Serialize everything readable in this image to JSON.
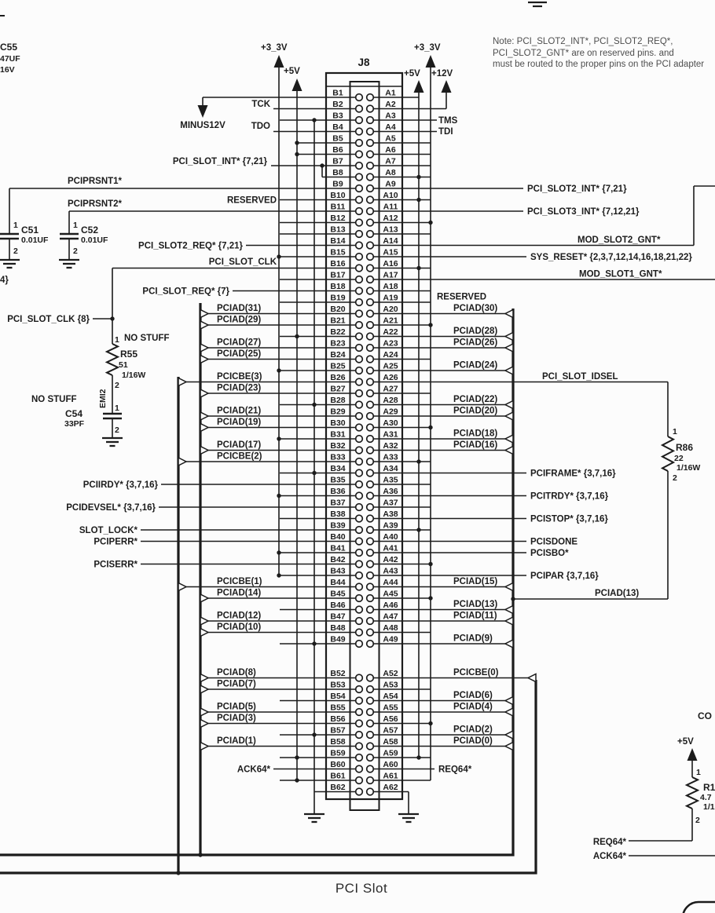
{
  "title": "PCI Slot",
  "note": {
    "line1": "Note: PCI_SLOT2_INT*, PCI_SLOT2_REQ*,",
    "line2": "PCI_SLOT2_GNT*  are on reserved pins. and",
    "line3": "must be routed to the proper pins on the PCI adapter"
  },
  "connector": {
    "name": "J8",
    "b_prefix": "B",
    "a_prefix": "A",
    "rows": [
      1,
      2,
      3,
      4,
      5,
      6,
      7,
      8,
      9,
      10,
      11,
      12,
      13,
      14,
      15,
      16,
      17,
      18,
      19,
      20,
      21,
      22,
      23,
      24,
      25,
      26,
      27,
      28,
      29,
      30,
      31,
      32,
      33,
      34,
      35,
      36,
      37,
      38,
      39,
      40,
      41,
      42,
      43,
      44,
      45,
      46,
      47,
      48,
      49,
      52,
      53,
      54,
      55,
      56,
      57,
      58,
      59,
      60,
      61,
      62
    ]
  },
  "power": {
    "v33": "+3_3V",
    "v5": "+5V",
    "v12": "+12V",
    "minus12": "MINUS12V"
  },
  "jtag": {
    "tck": "TCK",
    "tdo": "TDO",
    "tms": "TMS",
    "tdi": "TDI"
  },
  "left_signals": [
    {
      "pin": 7,
      "label": "PCI_SLOT_INT* {7,21}"
    },
    {
      "pin": 9,
      "label": "PCIPRSNT1*"
    },
    {
      "pin": 10,
      "label": "RESERVED"
    },
    {
      "pin": 11,
      "label": "PCIPRSNT2*"
    },
    {
      "pin": 14,
      "label": "PCI_SLOT2_REQ* {7,21}"
    },
    {
      "pin": 16,
      "label": "PCI_SLOT_CLK"
    },
    {
      "pin": 18,
      "label": "PCI_SLOT_REQ* {7}"
    },
    {
      "pin": 35,
      "label": "PCIIRDY* {3,7,16}"
    },
    {
      "pin": 37,
      "label": "PCIDEVSEL* {3,7,16}"
    },
    {
      "pin": 39,
      "label": "SLOT_LOCK*"
    },
    {
      "pin": 40,
      "label": "PCIPERR*"
    },
    {
      "pin": 42,
      "label": "PCISERR*"
    },
    {
      "pin": 60,
      "label": "ACK64*"
    }
  ],
  "left_bus_signals": [
    {
      "pin": 20,
      "label": "PCIAD(31)"
    },
    {
      "pin": 21,
      "label": "PCIAD(29)"
    },
    {
      "pin": 23,
      "label": "PCIAD(27)"
    },
    {
      "pin": 24,
      "label": "PCIAD(25)"
    },
    {
      "pin": 26,
      "label": "PCICBE(3)"
    },
    {
      "pin": 27,
      "label": "PCIAD(23)"
    },
    {
      "pin": 29,
      "label": "PCIAD(21)"
    },
    {
      "pin": 30,
      "label": "PCIAD(19)"
    },
    {
      "pin": 32,
      "label": "PCIAD(17)"
    },
    {
      "pin": 33,
      "label": "PCICBE(2)"
    },
    {
      "pin": 44,
      "label": "PCICBE(1)"
    },
    {
      "pin": 45,
      "label": "PCIAD(14)"
    },
    {
      "pin": 47,
      "label": "PCIAD(12)"
    },
    {
      "pin": 48,
      "label": "PCIAD(10)"
    },
    {
      "pin": 52,
      "label": "PCIAD(8)"
    },
    {
      "pin": 53,
      "label": "PCIAD(7)"
    },
    {
      "pin": 55,
      "label": "PCIAD(5)"
    },
    {
      "pin": 56,
      "label": "PCIAD(3)"
    },
    {
      "pin": 58,
      "label": "PCIAD(1)"
    }
  ],
  "right_signals": [
    {
      "pin": 9,
      "label": "PCI_SLOT2_INT* {7,21}"
    },
    {
      "pin": 11,
      "label": "PCI_SLOT3_INT* {7,12,21}"
    },
    {
      "pin": 14,
      "label": "MOD_SLOT2_GNT*"
    },
    {
      "pin": 15,
      "label": "SYS_RESET* {2,3,7,12,14,16,18,21,22}"
    },
    {
      "pin": 17,
      "label": "MOD_SLOT1_GNT*"
    },
    {
      "pin": 19,
      "label": "RESERVED"
    },
    {
      "pin": 26,
      "label": "PCI_SLOT_IDSEL"
    },
    {
      "pin": 34,
      "label": "PCIFRAME* {3,7,16}"
    },
    {
      "pin": 36,
      "label": "PCITRDY* {3,7,16}"
    },
    {
      "pin": 38,
      "label": "PCISTOP* {3,7,16}"
    },
    {
      "pin": 40,
      "label": "PCISDONE"
    },
    {
      "pin": 41,
      "label": "PCISBO*"
    },
    {
      "pin": 43,
      "label": "PCIPAR {3,7,16}"
    },
    {
      "pin": 60,
      "label": "REQ64*"
    }
  ],
  "right_bus_signals": [
    {
      "pin": 20,
      "label": "PCIAD(30)"
    },
    {
      "pin": 22,
      "label": "PCIAD(28)"
    },
    {
      "pin": 23,
      "label": "PCIAD(26)"
    },
    {
      "pin": 25,
      "label": "PCIAD(24)"
    },
    {
      "pin": 28,
      "label": "PCIAD(22)"
    },
    {
      "pin": 29,
      "label": "PCIAD(20)"
    },
    {
      "pin": 31,
      "label": "PCIAD(18)"
    },
    {
      "pin": 32,
      "label": "PCIAD(16)"
    },
    {
      "pin": 44,
      "label": "PCIAD(15)"
    },
    {
      "pin": 46,
      "label": "PCIAD(13)"
    },
    {
      "pin": 47,
      "label": "PCIAD(11)"
    },
    {
      "pin": 49,
      "label": "PCIAD(9)"
    },
    {
      "pin": 52,
      "label": "PCICBE(0)"
    },
    {
      "pin": 54,
      "label": "PCIAD(6)"
    },
    {
      "pin": 55,
      "label": "PCIAD(4)"
    },
    {
      "pin": 57,
      "label": "PCIAD(2)"
    },
    {
      "pin": 58,
      "label": "PCIAD(0)"
    }
  ],
  "clk_stub_label": "PCI_SLOT_CLK {8}",
  "idsel_branch_label": "PCIAD(13)",
  "components": {
    "c55": {
      "ref": "C55",
      "value": "47UF",
      "rating": "16V"
    },
    "c51": {
      "ref": "C51",
      "value": "0.01UF",
      "pin1": "1",
      "pin2": "2"
    },
    "c52": {
      "ref": "C52",
      "value": "0.01UF",
      "pin1": "1",
      "pin2": "2"
    },
    "r55": {
      "ref": "R55",
      "value": "51",
      "rating": "1/16W",
      "pin1": "1",
      "pin2": "2",
      "note": "NO STUFF",
      "tag": "EMI2"
    },
    "c54": {
      "ref": "C54",
      "value": "33PF",
      "pin1": "1",
      "pin2": "2",
      "note": "NO STUFF"
    },
    "r86": {
      "ref": "R86",
      "value": "22",
      "rating": "1/16W",
      "pin1": "1",
      "pin2": "2"
    },
    "r_pullup": {
      "ref": "R1",
      "value": "4.7",
      "rating": "1/1",
      "pin1": "1",
      "pin2": "2"
    }
  },
  "bottom_right": {
    "req": "REQ64*",
    "ack": "ACK64*",
    "corner_fragment": "CO"
  },
  "fragments": {
    "net": "4}"
  },
  "colors": {
    "ink": "#1c1c1c",
    "note_ink": "#4e4e4e",
    "paper": "#fcfcfc"
  }
}
